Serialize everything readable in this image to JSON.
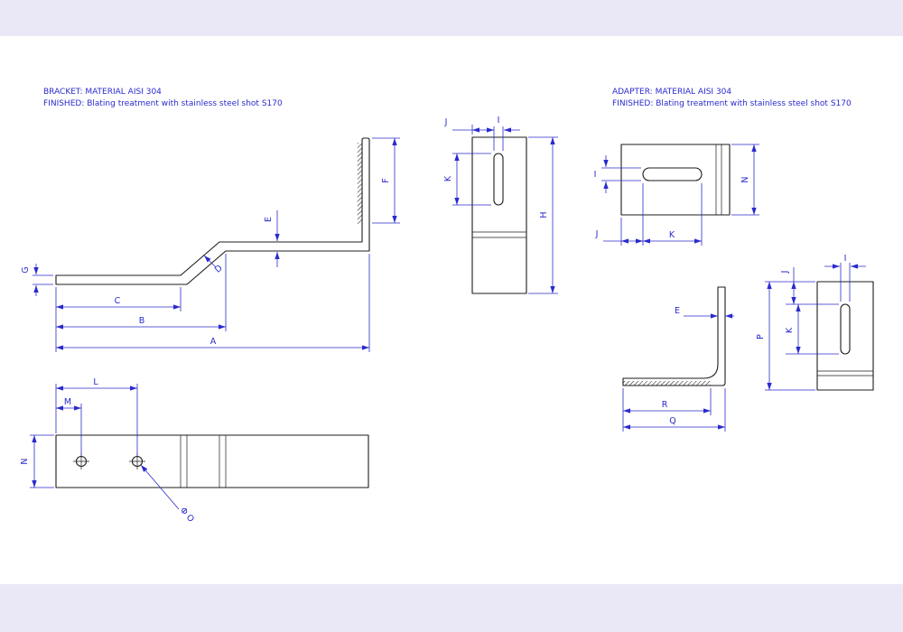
{
  "notes": {
    "bracket_title": "BRACKET: MATERIAL AISI 304",
    "bracket_finish": "FINISHED: Blating treatment with stainless steel shot S170",
    "adapter_title": "ADAPTER: MATERIAL AISI 304",
    "adapter_finish": "FINISHED: Blating treatment with stainless steel shot S170"
  },
  "dims": {
    "A": "A",
    "B": "B",
    "C": "C",
    "D": "D",
    "E": "E",
    "F": "F",
    "G": "G",
    "H": "H",
    "I": "I",
    "J": "J",
    "K": "K",
    "L": "L",
    "M": "M",
    "N": "N",
    "P": "P",
    "Q": "Q",
    "R": "R",
    "phi_o": "Φ O"
  },
  "colors": {
    "dimension_blue": "#2a2ace",
    "outline_black": "#1c1c1c",
    "margin_band": "#eae8f7",
    "sheet_white": "#ffffff"
  }
}
